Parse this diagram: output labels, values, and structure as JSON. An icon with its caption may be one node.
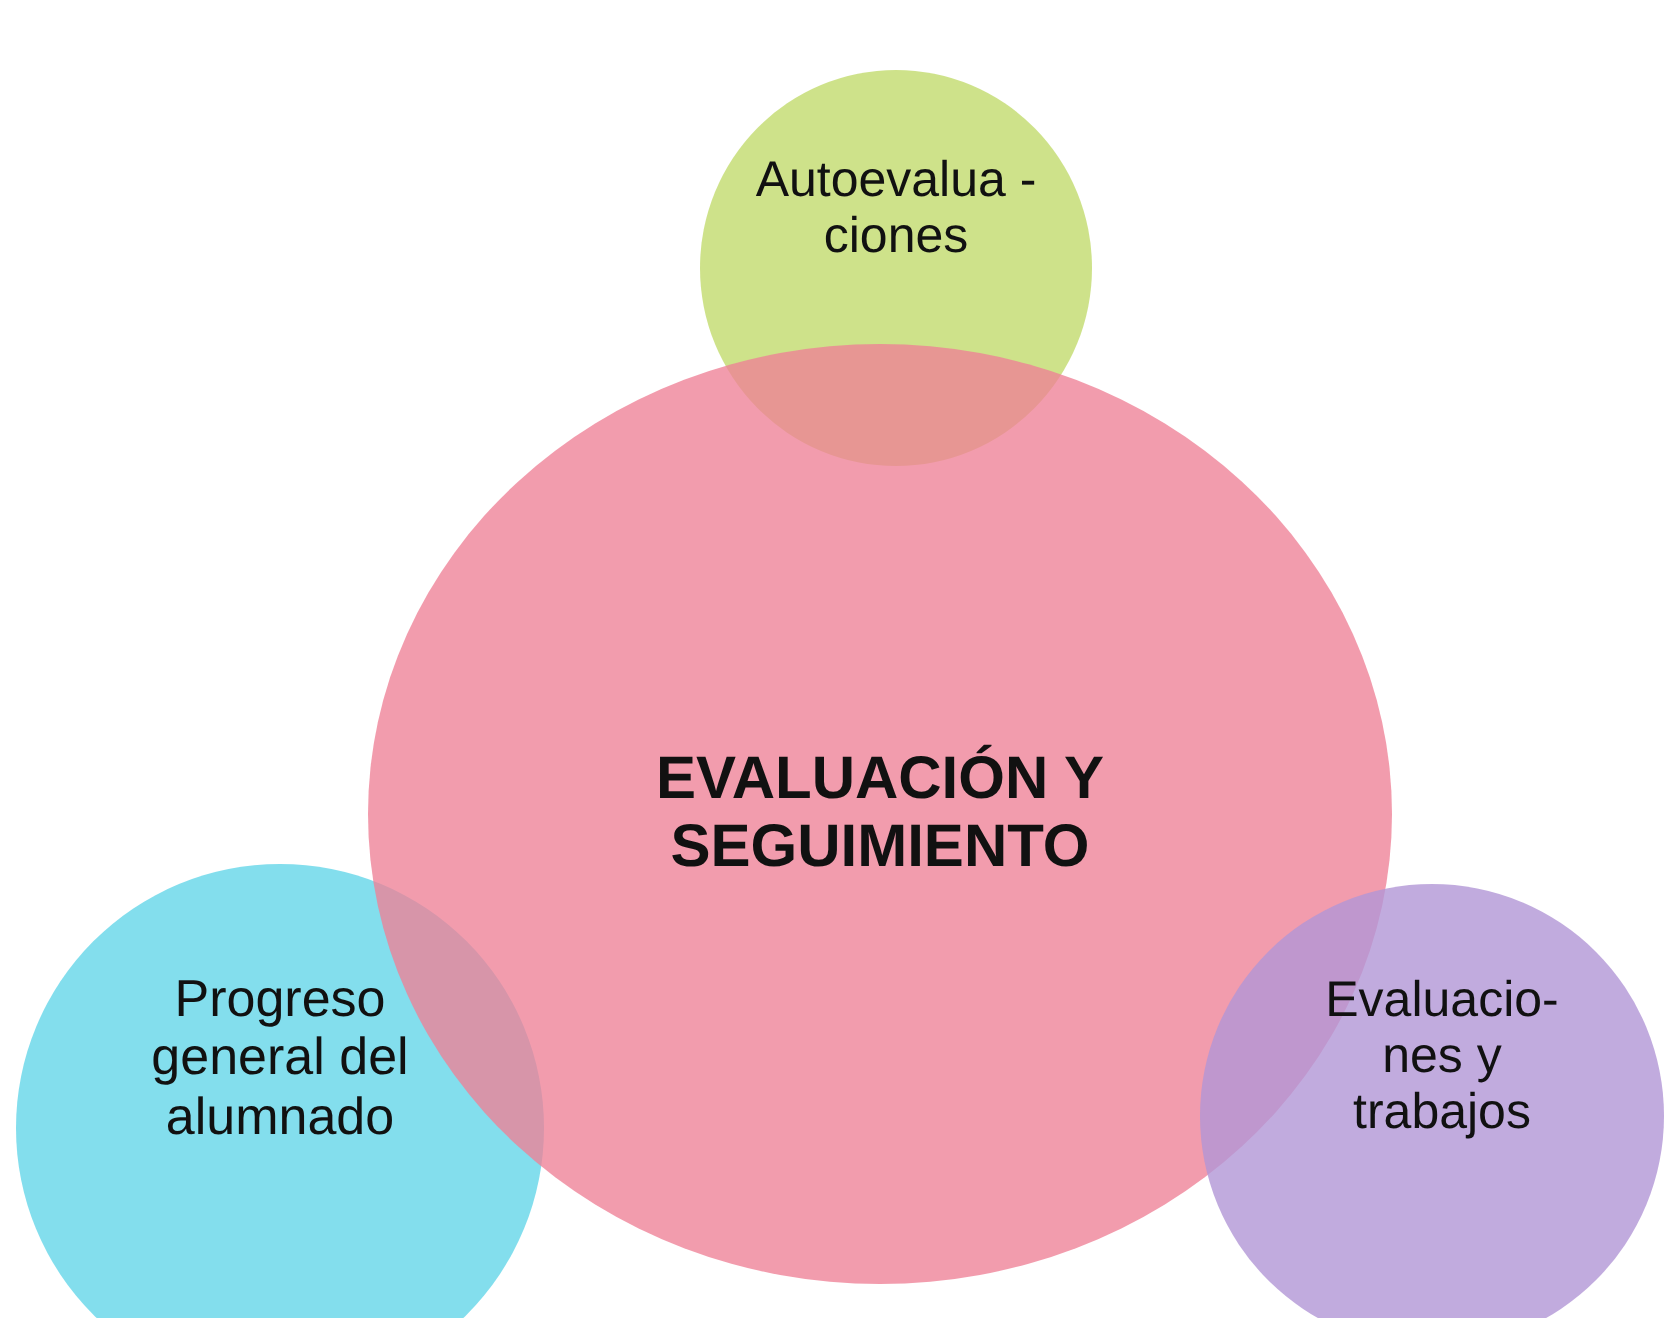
{
  "diagram": {
    "nodes": [
      {
        "text": [
          "Autoevalua -ciones"
        ]
      },
      {
        "text": [
          "EVALUACIÓN Y SEGUIMIENTO"
        ]
      },
      {
        "text": [
          "Progreso general del alumnado"
        ]
      },
      {
        "text": [
          "Evaluacio- nes y trabajos"
        ]
      }
    ]
  }
}
